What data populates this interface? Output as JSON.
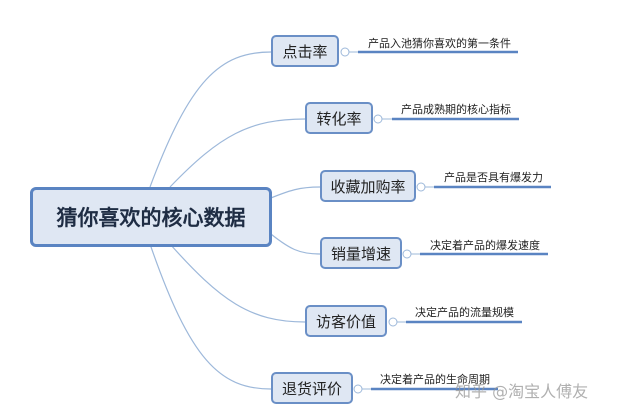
{
  "root": {
    "label": "猜你喜欢的核心数据"
  },
  "nodes": [
    {
      "label": "点击率",
      "note": "产品入池猜你喜欢的第一条件"
    },
    {
      "label": "转化率",
      "note": "产品成熟期的核心指标"
    },
    {
      "label": "收藏加购率",
      "note": "产品是否具有爆发力"
    },
    {
      "label": "销量增速",
      "note": "决定着产品的爆发速度"
    },
    {
      "label": "访客价值",
      "note": "决定产品的流量规模"
    },
    {
      "label": "退货评价",
      "note": "决定着产品的生命周期"
    }
  ],
  "watermark": "知乎 @淘宝人傅友",
  "colors": {
    "accent": "#5a84c2",
    "node_fill": "#dfe7f3",
    "link": "#9db8da"
  }
}
